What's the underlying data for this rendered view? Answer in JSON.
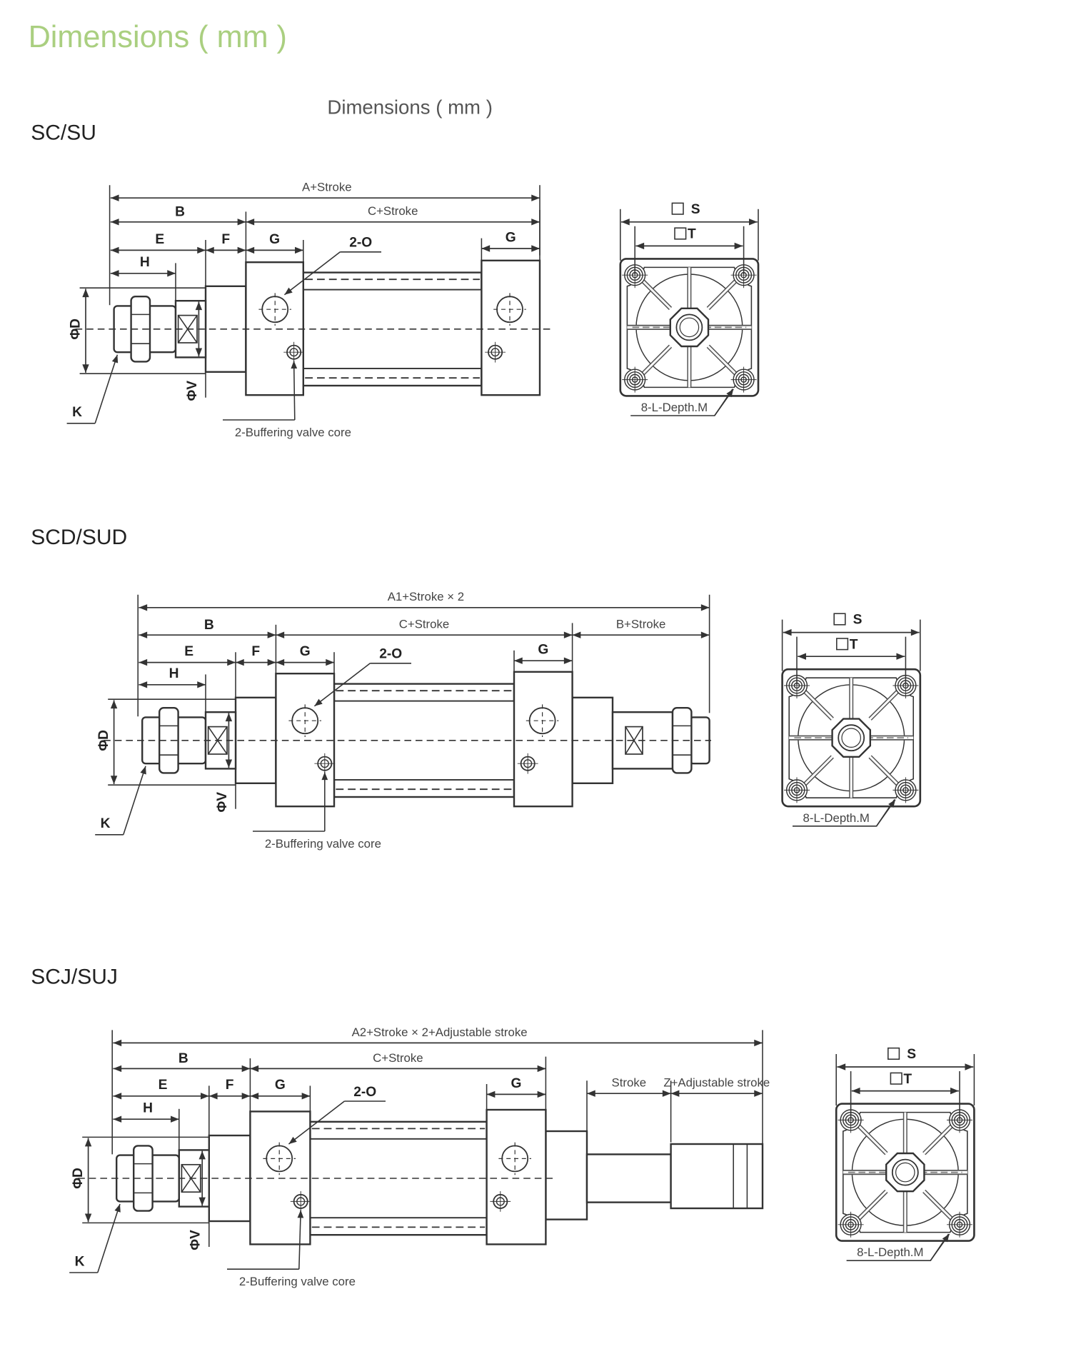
{
  "header": {
    "title": "Dimensions ( mm )",
    "subtitle": "Dimensions ( mm )",
    "accent_color": "#aacf80"
  },
  "sections": [
    {
      "model": "SC/SU",
      "labels": {
        "overall": "A+Stroke",
        "b": "B",
        "c": "C+Stroke",
        "e": "E",
        "f": "F",
        "g": "G",
        "g2": "G",
        "h": "H",
        "port": "2-O",
        "d": "ΦD",
        "v": "ΦV",
        "k": "K",
        "valve": "2-Buffering valve core",
        "s": "S",
        "t": "T",
        "holes": "8-L-Depth.M"
      }
    },
    {
      "model": "SCD/SUD",
      "labels": {
        "overall": "A1+Stroke × 2",
        "b": "B",
        "c": "C+Stroke",
        "rear": "B+Stroke",
        "e": "E",
        "f": "F",
        "g": "G",
        "g2": "G",
        "h": "H",
        "port": "2-O",
        "d": "ΦD",
        "v": "ΦV",
        "k": "K",
        "valve": "2-Buffering valve core",
        "s": "S",
        "t": "T",
        "holes": "8-L-Depth.M"
      }
    },
    {
      "model": "SCJ/SUJ",
      "labels": {
        "overall": "A2+Stroke × 2+Adjustable stroke",
        "b": "B",
        "c": "C+Stroke",
        "e": "E",
        "f": "F",
        "g": "G",
        "g2": "G",
        "h": "H",
        "port": "2-O",
        "stroke": "Stroke",
        "z": "Z+Adjustable stroke",
        "d": "ΦD",
        "v": "ΦV",
        "k": "K",
        "valve": "2-Buffering valve core",
        "s": "S",
        "t": "T",
        "holes": "8-L-Depth.M"
      }
    }
  ]
}
